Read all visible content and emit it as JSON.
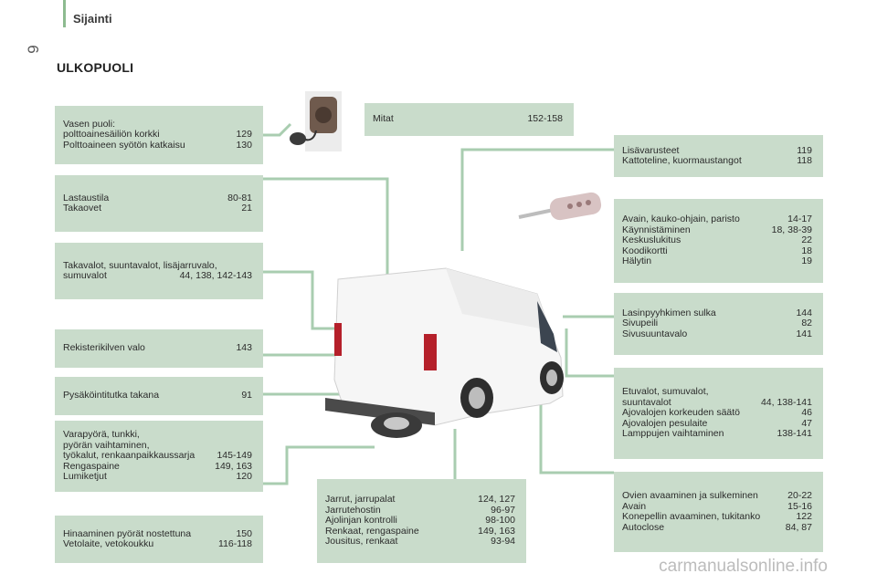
{
  "header": {
    "title": "Sijainti",
    "page_number": "6"
  },
  "section_title": "ULKOPUOLI",
  "boxes": {
    "fuel": {
      "rows": [
        {
          "text": "Vasen puoli:",
          "page": ""
        },
        {
          "text": "polttoainesäiliön korkki",
          "page": "129"
        },
        {
          "text": "Polttoaineen syötön katkaisu",
          "page": "130"
        }
      ]
    },
    "cargo": {
      "rows": [
        {
          "text": "Lastaustila",
          "page": "80-81"
        },
        {
          "text": "Takaovet",
          "page": "21"
        }
      ]
    },
    "rearlights": {
      "rows": [
        {
          "text": "Takavalot, suuntavalot, lisäjarruvalo,",
          "page": ""
        },
        {
          "text": "sumuvalot",
          "page": "44, 138, 142-143"
        }
      ]
    },
    "plate": {
      "rows": [
        {
          "text": "Rekisterikilven valo",
          "page": "143"
        }
      ]
    },
    "parking": {
      "rows": [
        {
          "text": "Pysäköintitutka takana",
          "page": "91"
        }
      ]
    },
    "spare": {
      "rows": [
        {
          "text": "Varapyörä, tunkki,",
          "page": ""
        },
        {
          "text": "pyörän vaihtaminen,",
          "page": ""
        },
        {
          "text": "työkalut, renkaanpaikkaussarja",
          "page": "145-149"
        },
        {
          "text": "Rengaspaine",
          "page": "149, 163"
        },
        {
          "text": "Lumiketjut",
          "page": "120"
        }
      ]
    },
    "towing": {
      "rows": [
        {
          "text": "Hinaaminen pyörät nostettuna",
          "page": "150"
        },
        {
          "text": "Vetolaite, vetokoukku",
          "page": "116-118"
        }
      ]
    },
    "dimensions": {
      "rows": [
        {
          "text": "Mitat",
          "page": "152-158"
        }
      ]
    },
    "brakes": {
      "rows": [
        {
          "text": "Jarrut, jarrupalat",
          "page": "124, 127"
        },
        {
          "text": "Jarrutehostin",
          "page": "96-97"
        },
        {
          "text": "Ajolinjan kontrolli",
          "page": "98-100"
        },
        {
          "text": "Renkaat, rengaspaine",
          "page": "149, 163"
        },
        {
          "text": "Jousitus, renkaat",
          "page": "93-94"
        }
      ]
    },
    "accessories": {
      "rows": [
        {
          "text": "Lisävarusteet",
          "page": "119"
        },
        {
          "text": "Kattoteline, kuormaustangot",
          "page": "118"
        }
      ]
    },
    "key": {
      "rows": [
        {
          "text": "Avain, kauko-ohjain, paristo",
          "page": "14-17"
        },
        {
          "text": "Käynnistäminen",
          "page": "18, 38-39"
        },
        {
          "text": "Keskuslukitus",
          "page": "22"
        },
        {
          "text": "Koodikortti",
          "page": "18"
        },
        {
          "text": "Hälytin",
          "page": "19"
        }
      ]
    },
    "wiper": {
      "rows": [
        {
          "text": "Lasinpyyhkimen sulka",
          "page": "144"
        },
        {
          "text": "Sivupeili",
          "page": "82"
        },
        {
          "text": "Sivusuuntavalo",
          "page": "141"
        }
      ]
    },
    "frontlights": {
      "rows": [
        {
          "text": "Etuvalot, sumuvalot,",
          "page": ""
        },
        {
          "text": "suuntavalot",
          "page": "44, 138-141"
        },
        {
          "text": "Ajovalojen korkeuden säätö",
          "page": "46"
        },
        {
          "text": "Ajovalojen pesulaite",
          "page": "47"
        },
        {
          "text": "Lamppujen vaihtaminen",
          "page": "138-141"
        }
      ]
    },
    "doors": {
      "rows": [
        {
          "text": "Ovien avaaminen ja sulkeminen",
          "page": "20-22"
        },
        {
          "text": "Avain",
          "page": "15-16"
        },
        {
          "text": "Konepellin avaaminen, tukitanko",
          "page": "122"
        },
        {
          "text": "Autoclose",
          "page": "84, 87"
        }
      ]
    }
  },
  "footer": "carmanualsonline.info",
  "colors": {
    "box": "#c9dccb",
    "line": "#a9cdb0",
    "accent": "#8dbb90"
  }
}
